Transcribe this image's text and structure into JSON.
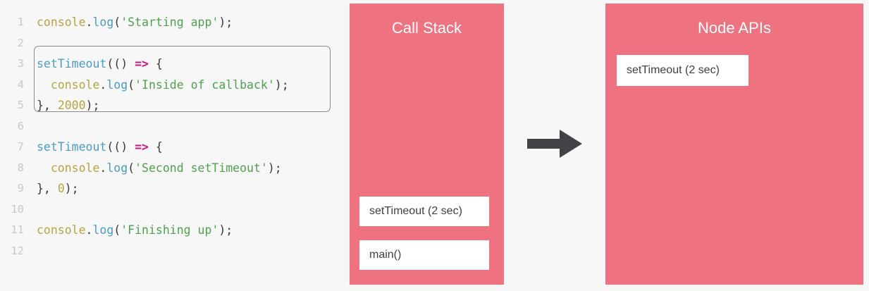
{
  "editor": {
    "name": "code-editor",
    "background_color": "#f7f7f7",
    "gutter_color": "#c6c8c9",
    "highlight": {
      "name": "code-highlight-box",
      "from_line": 3,
      "to_line": 5,
      "border_color": "#8a8a8a"
    },
    "lines": [
      {
        "num": "1",
        "tokens": [
          {
            "t": "console",
            "c": "t-obj"
          },
          {
            "t": ".",
            "c": "t-punct"
          },
          {
            "t": "log",
            "c": "t-fn"
          },
          {
            "t": "(",
            "c": "t-punct"
          },
          {
            "t": "'Starting app'",
            "c": "t-str"
          },
          {
            "t": ");",
            "c": "t-punct"
          }
        ]
      },
      {
        "num": "2",
        "tokens": []
      },
      {
        "num": "3",
        "tokens": [
          {
            "t": "setTimeout",
            "c": "t-fn"
          },
          {
            "t": "(() ",
            "c": "t-punct"
          },
          {
            "t": "=>",
            "c": "t-arrow"
          },
          {
            "t": " {",
            "c": "t-punct"
          }
        ]
      },
      {
        "num": "4",
        "tokens": [
          {
            "t": "  ",
            "c": "t-plain"
          },
          {
            "t": "console",
            "c": "t-obj"
          },
          {
            "t": ".",
            "c": "t-punct"
          },
          {
            "t": "log",
            "c": "t-fn"
          },
          {
            "t": "(",
            "c": "t-punct"
          },
          {
            "t": "'Inside of callback'",
            "c": "t-str"
          },
          {
            "t": ");",
            "c": "t-punct"
          }
        ]
      },
      {
        "num": "5",
        "tokens": [
          {
            "t": "}, ",
            "c": "t-punct"
          },
          {
            "t": "2000",
            "c": "t-num"
          },
          {
            "t": ");",
            "c": "t-punct"
          }
        ]
      },
      {
        "num": "6",
        "tokens": []
      },
      {
        "num": "7",
        "tokens": [
          {
            "t": "setTimeout",
            "c": "t-fn"
          },
          {
            "t": "(() ",
            "c": "t-punct"
          },
          {
            "t": "=>",
            "c": "t-arrow"
          },
          {
            "t": " {",
            "c": "t-punct"
          }
        ]
      },
      {
        "num": "8",
        "tokens": [
          {
            "t": "  ",
            "c": "t-plain"
          },
          {
            "t": "console",
            "c": "t-obj"
          },
          {
            "t": ".",
            "c": "t-punct"
          },
          {
            "t": "log",
            "c": "t-fn"
          },
          {
            "t": "(",
            "c": "t-punct"
          },
          {
            "t": "'Second setTimeout'",
            "c": "t-str"
          },
          {
            "t": ");",
            "c": "t-punct"
          }
        ]
      },
      {
        "num": "9",
        "tokens": [
          {
            "t": "}, ",
            "c": "t-punct"
          },
          {
            "t": "0",
            "c": "t-num"
          },
          {
            "t": ");",
            "c": "t-punct"
          }
        ]
      },
      {
        "num": "10",
        "tokens": []
      },
      {
        "num": "11",
        "tokens": [
          {
            "t": "console",
            "c": "t-obj"
          },
          {
            "t": ".",
            "c": "t-punct"
          },
          {
            "t": "log",
            "c": "t-fn"
          },
          {
            "t": "(",
            "c": "t-punct"
          },
          {
            "t": "'Finishing up'",
            "c": "t-str"
          },
          {
            "t": ");",
            "c": "t-punct"
          }
        ]
      },
      {
        "num": "12",
        "tokens": []
      }
    ]
  },
  "call_stack": {
    "title": "Call Stack",
    "panel_color": "#ef7280",
    "frames": [
      {
        "label": "setTimeout (2 sec)"
      },
      {
        "label": "main()"
      }
    ]
  },
  "node_apis": {
    "title": "Node APIs",
    "panel_color": "#ef7280",
    "items": [
      {
        "label": "setTimeout (2 sec)"
      }
    ]
  },
  "arrow": {
    "name": "right-arrow-icon",
    "color": "#414347",
    "direction": "right"
  }
}
